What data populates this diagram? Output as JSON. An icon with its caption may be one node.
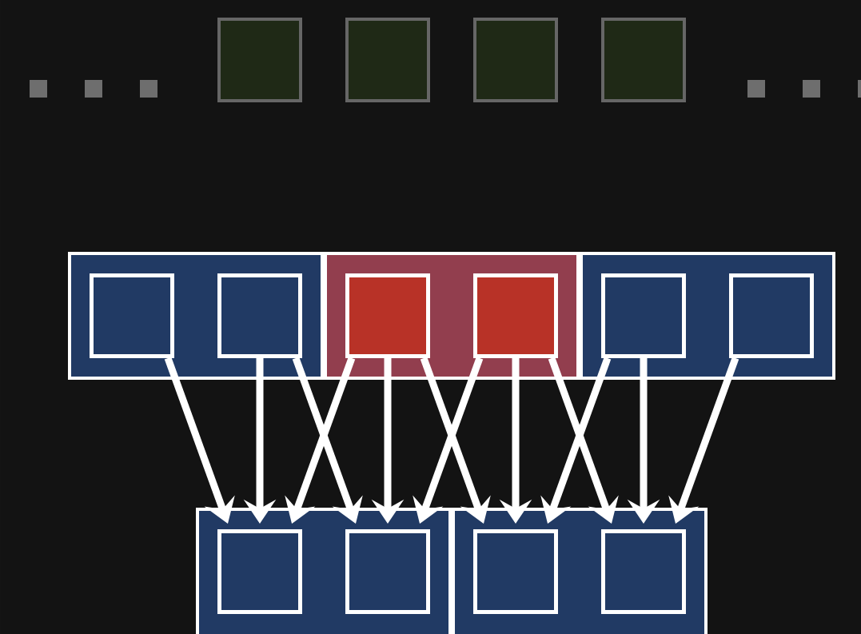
{
  "diagram": {
    "nodes": [
      {
        "text": [],
        "shape": "box"
      },
      {
        "text": [],
        "shape": "box"
      },
      {
        "text": [],
        "shape": "box"
      },
      {
        "text": [],
        "shape": "box"
      },
      {
        "text": [],
        "shape": "box"
      },
      {
        "text": [],
        "shape": "box",
        "in": 4
      },
      {
        "text": [],
        "shape": "box",
        "in": 4
      },
      {
        "text": [],
        "shape": "box"
      },
      {
        "text": [],
        "shape": "box",
        "in": 7
      },
      {
        "text": [],
        "shape": "box",
        "in": 7
      },
      {
        "text": [],
        "shape": "box"
      },
      {
        "text": [],
        "shape": "box",
        "in": 10
      },
      {
        "text": [],
        "shape": "box",
        "in": 10
      },
      {
        "text": [],
        "shape": "box"
      },
      {
        "text": [],
        "shape": "box",
        "in": 13
      },
      {
        "text": [],
        "shape": "box",
        "in": 13
      },
      {
        "text": [],
        "shape": "box"
      },
      {
        "text": [],
        "shape": "box",
        "in": 16
      },
      {
        "text": [],
        "shape": "box",
        "in": 16
      }
    ],
    "edges": [
      {
        "from": 5,
        "to": 14,
        "arrow": "to"
      },
      {
        "from": 6,
        "to": 14,
        "arrow": "to"
      },
      {
        "from": 6,
        "to": 15,
        "arrow": "to"
      },
      {
        "from": 8,
        "to": 14,
        "arrow": "to"
      },
      {
        "from": 8,
        "to": 15,
        "arrow": "to"
      },
      {
        "from": 8,
        "to": 17,
        "arrow": "to"
      },
      {
        "from": 9,
        "to": 15,
        "arrow": "to"
      },
      {
        "from": 9,
        "to": 17,
        "arrow": "to"
      },
      {
        "from": 9,
        "to": 18,
        "arrow": "to"
      },
      {
        "from": 11,
        "to": 17,
        "arrow": "to"
      },
      {
        "from": 11,
        "to": 18,
        "arrow": "to"
      },
      {
        "from": 12,
        "to": 18,
        "arrow": "to"
      }
    ]
  }
}
